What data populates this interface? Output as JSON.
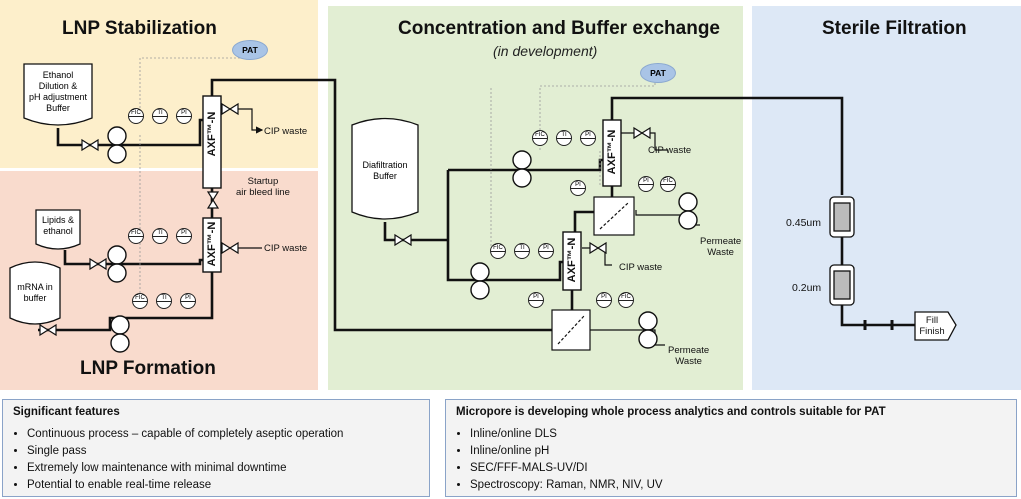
{
  "zones": {
    "stabilization": {
      "title": "LNP Stabilization",
      "color": "#fdefcb"
    },
    "formation": {
      "title": "LNP Formation",
      "color": "#f9dbcd"
    },
    "concentration": {
      "title": "Concentration and Buffer exchange",
      "subtitle": "(in development)",
      "color": "#e2eed3"
    },
    "sterile": {
      "title": "Sterile Filtration",
      "color": "#dde8f6"
    }
  },
  "labels": {
    "pat": "PAT",
    "axf": "AXF™-N",
    "cip_waste": "CIP waste",
    "startup_line_1": "Startup",
    "startup_line_2": "air bleed line",
    "permeate_1": "Permeate",
    "permeate_2": "Waste",
    "filter_045": "0.45um",
    "filter_02": "0.2um",
    "fill_1": "Fill",
    "fill_2": "Finish",
    "fic": "FIC",
    "ti": "TI",
    "pi": "PI"
  },
  "vessels": {
    "ethanol": [
      "Ethanol",
      "Dilution &",
      "pH adjustment",
      "Buffer"
    ],
    "lipids": [
      "Lipids &",
      "ethanol"
    ],
    "mrna": [
      "mRNA in",
      "buffer"
    ],
    "diafiltration": [
      "Diafiltration",
      "Buffer"
    ]
  },
  "features": {
    "title": "Significant features",
    "items": [
      "Continuous process – capable of completely aseptic operation",
      "Single pass",
      "Extremely low maintenance with minimal downtime",
      "Potential to enable real-time release"
    ]
  },
  "micropore": {
    "title": "Micropore is developing whole process analytics and controls suitable for PAT",
    "items": [
      "Inline/online DLS",
      "Inline/online pH",
      "SEC/FFF-MALS-UV/DI",
      "Spectroscopy: Raman, NMR, NIV, UV"
    ]
  }
}
